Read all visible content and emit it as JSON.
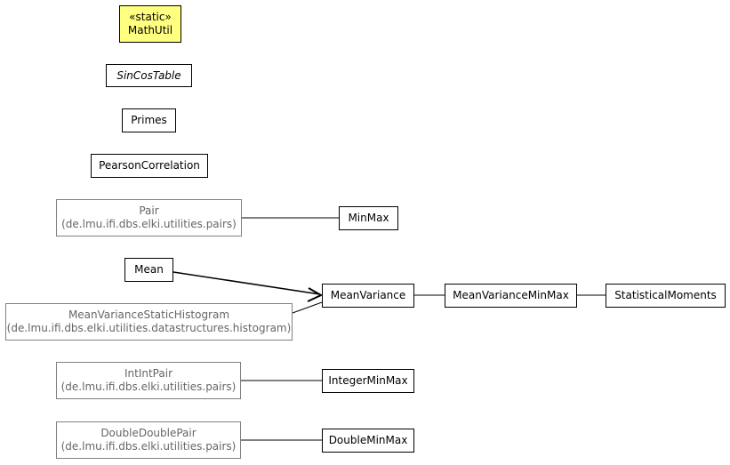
{
  "diagram": {
    "nodes": {
      "mathutil": {
        "stereotype": "«static»",
        "name": "MathUtil"
      },
      "sincostable": {
        "name": "SinCosTable"
      },
      "primes": {
        "name": "Primes"
      },
      "pearsoncorrelation": {
        "name": "PearsonCorrelation"
      },
      "pair": {
        "name": "Pair",
        "package": "(de.lmu.ifi.dbs.elki.utilities.pairs)"
      },
      "minmax": {
        "name": "MinMax"
      },
      "mean": {
        "name": "Mean"
      },
      "meanvariancestatichistogram": {
        "name": "MeanVarianceStaticHistogram",
        "package": "(de.lmu.ifi.dbs.elki.utilities.datastructures.histogram)"
      },
      "meanvariance": {
        "name": "MeanVariance"
      },
      "meanvarianceminmax": {
        "name": "MeanVarianceMinMax"
      },
      "statisticalmoments": {
        "name": "StatisticalMoments"
      },
      "intintpair": {
        "name": "IntIntPair",
        "package": "(de.lmu.ifi.dbs.elki.utilities.pairs)"
      },
      "integerminmax": {
        "name": "IntegerMinMax"
      },
      "doubledoublepair": {
        "name": "DoubleDoublePair",
        "package": "(de.lmu.ifi.dbs.elki.utilities.pairs)"
      },
      "doubleminmax": {
        "name": "DoubleMinMax"
      }
    },
    "edges": [
      {
        "from": "pair",
        "to": "minmax",
        "type": "plain"
      },
      {
        "from": "mean",
        "to": "meanvariance",
        "type": "arrow"
      },
      {
        "from": "meanvariancestatichistogram",
        "to": "meanvariance",
        "type": "plain"
      },
      {
        "from": "meanvariance",
        "to": "meanvarianceminmax",
        "type": "plain"
      },
      {
        "from": "meanvarianceminmax",
        "to": "statisticalmoments",
        "type": "plain"
      },
      {
        "from": "intintpair",
        "to": "integerminmax",
        "type": "plain"
      },
      {
        "from": "doubledoublepair",
        "to": "doubleminmax",
        "type": "plain"
      }
    ],
    "colors": {
      "highlight_fill": "#ffff80",
      "external_border": "#808080",
      "external_text": "#666666",
      "line": "#000000"
    }
  }
}
